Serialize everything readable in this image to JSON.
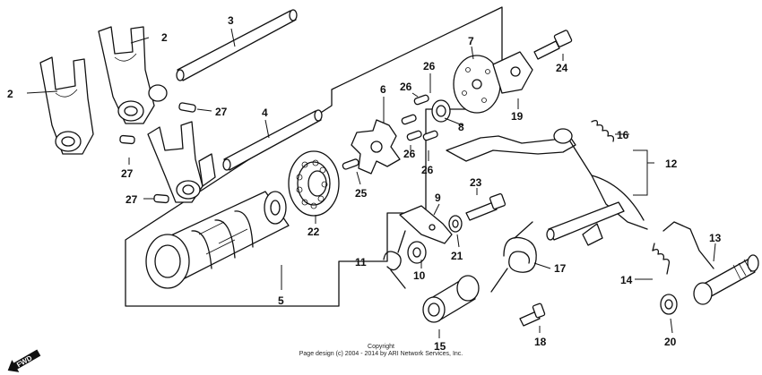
{
  "callouts": {
    "c2a": "2",
    "c2b": "2",
    "c3": "3",
    "c4": "4",
    "c5": "5",
    "c6": "6",
    "c7": "7",
    "c8": "8",
    "c9": "9",
    "c10": "10",
    "c11": "11",
    "c12": "12",
    "c13": "13",
    "c14": "14",
    "c15": "15",
    "c16": "16",
    "c17": "17",
    "c18": "18",
    "c19": "19",
    "c20": "20",
    "c21": "21",
    "c22": "22",
    "c23": "23",
    "c24": "24",
    "c25": "25",
    "c26a": "26",
    "c26b": "26",
    "c26c": "26",
    "c26d": "26",
    "c27a": "27",
    "c27b": "27",
    "c27c": "27"
  },
  "fwd": {
    "label": "FWD"
  },
  "footer": {
    "line1": "Copyright",
    "line2": "Page design (c) 2004 - 2014 by ARI Network Services, Inc."
  }
}
